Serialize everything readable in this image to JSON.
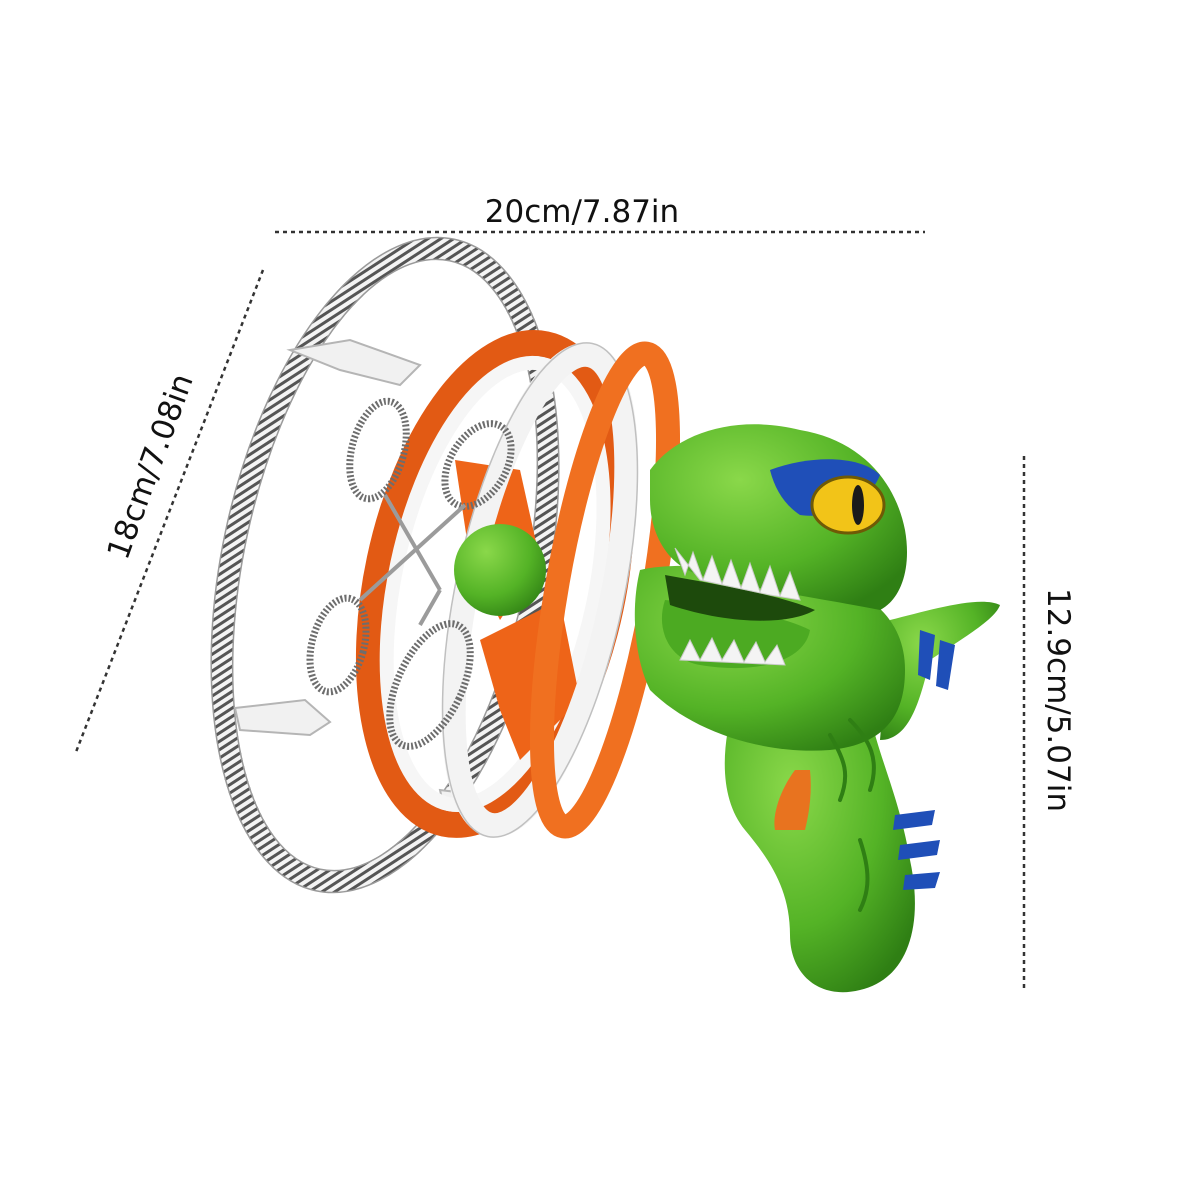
{
  "dimensions": {
    "width_label": "20cm/7.87in",
    "diagonal_label": "18cm/7.08in",
    "height_label": "12.9cm/5.07in"
  },
  "product": {
    "subject": "dinosaur bubble gun toy with rotating bubble wand ring",
    "colors": {
      "dino_green": "#5cbc2a",
      "dino_dark_green": "#2f8a14",
      "stripe_blue": "#1f4fb8",
      "eye_yellow": "#f2c418",
      "ring_orange": "#f0641a",
      "trigger_orange": "#e8731f",
      "wand_white": "#f2f2f2",
      "coil_gray": "#8c8c8c"
    }
  }
}
